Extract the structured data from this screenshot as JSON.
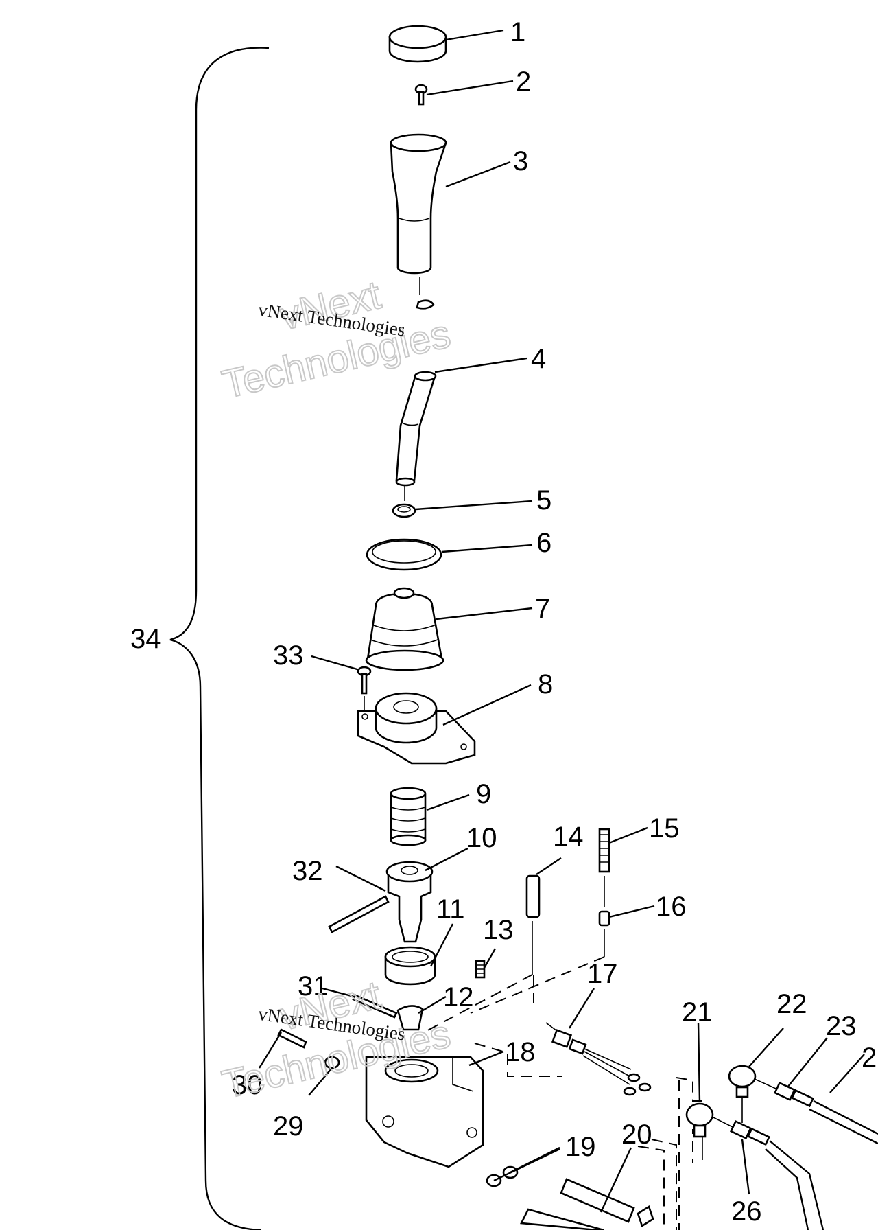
{
  "callouts": [
    {
      "id": "1"
    },
    {
      "id": "2"
    },
    {
      "id": "3"
    },
    {
      "id": "4"
    },
    {
      "id": "5"
    },
    {
      "id": "6"
    },
    {
      "id": "7"
    },
    {
      "id": "8"
    },
    {
      "id": "9"
    },
    {
      "id": "10"
    },
    {
      "id": "11"
    },
    {
      "id": "12"
    },
    {
      "id": "13"
    },
    {
      "id": "14"
    },
    {
      "id": "15"
    },
    {
      "id": "16"
    },
    {
      "id": "17"
    },
    {
      "id": "18"
    },
    {
      "id": "19"
    },
    {
      "id": "20"
    },
    {
      "id": "21"
    },
    {
      "id": "22"
    },
    {
      "id": "23"
    },
    {
      "id": "2"
    },
    {
      "id": "26"
    },
    {
      "id": "29"
    },
    {
      "id": "30"
    },
    {
      "id": "31"
    },
    {
      "id": "32"
    },
    {
      "id": "33"
    },
    {
      "id": "34"
    }
  ],
  "watermarks": [
    {
      "small": "vNext Technologies",
      "big_line1": "vNext",
      "big_line2": "Technologies"
    },
    {
      "small": "vNext Technologies",
      "big_line1": "vNext",
      "big_line2": "Technologies"
    }
  ]
}
